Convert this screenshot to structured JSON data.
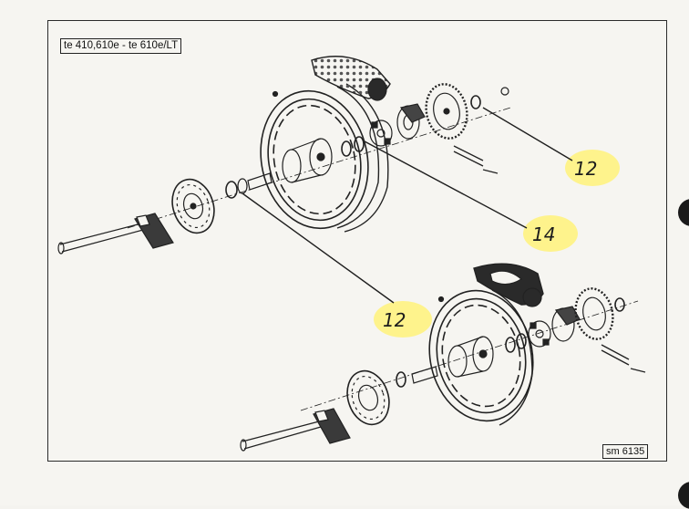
{
  "title": "te 410,610e - te 610e/LT",
  "reference": "sm 6135",
  "callouts": [
    {
      "label": "12",
      "highlight": "#fff27a"
    },
    {
      "label": "14",
      "highlight": "#fff27a"
    },
    {
      "label": "12",
      "highlight": "#fff27a"
    }
  ],
  "colors": {
    "ink": "#222222",
    "highlight": "#fff27a",
    "paper": "#f6f5f1"
  }
}
